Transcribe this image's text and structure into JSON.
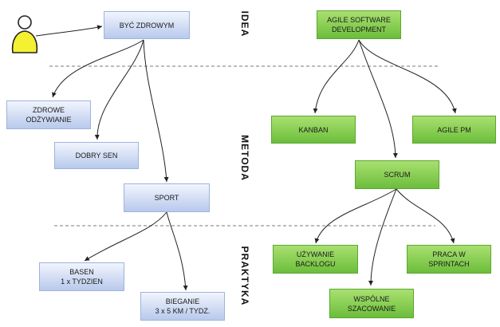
{
  "sections": {
    "idea": "IDEA",
    "metoda": "METODA",
    "praktyka": "PRAKTYKA"
  },
  "left": {
    "root": "BYĆ ZDROWYM",
    "diet": "ZDROWE\nODŻYWIANIE",
    "sleep": "DOBRY SEN",
    "sport": "SPORT",
    "pool": "BASEN\n1 x TYDZIEN",
    "running": "BIEGANIE\n3 x 5 KM / TYDZ."
  },
  "right": {
    "root": "AGILE SOFTWARE\nDEVELOPMENT",
    "kanban": "KANBAN",
    "agilepm": "AGILE PM",
    "scrum": "SCRUM",
    "backlog": "UŻYWANIE\nBACKLOGU",
    "sprints": "PRACA W\nSPRINTACH",
    "estimation": "WSPÓLNE\nSZACOWANIE"
  },
  "colors": {
    "blue_box": "#c9d7f2",
    "green_box": "#7fcb4a",
    "person": "#f4f032",
    "line": "#222222",
    "divider": "#7a7a7a"
  }
}
